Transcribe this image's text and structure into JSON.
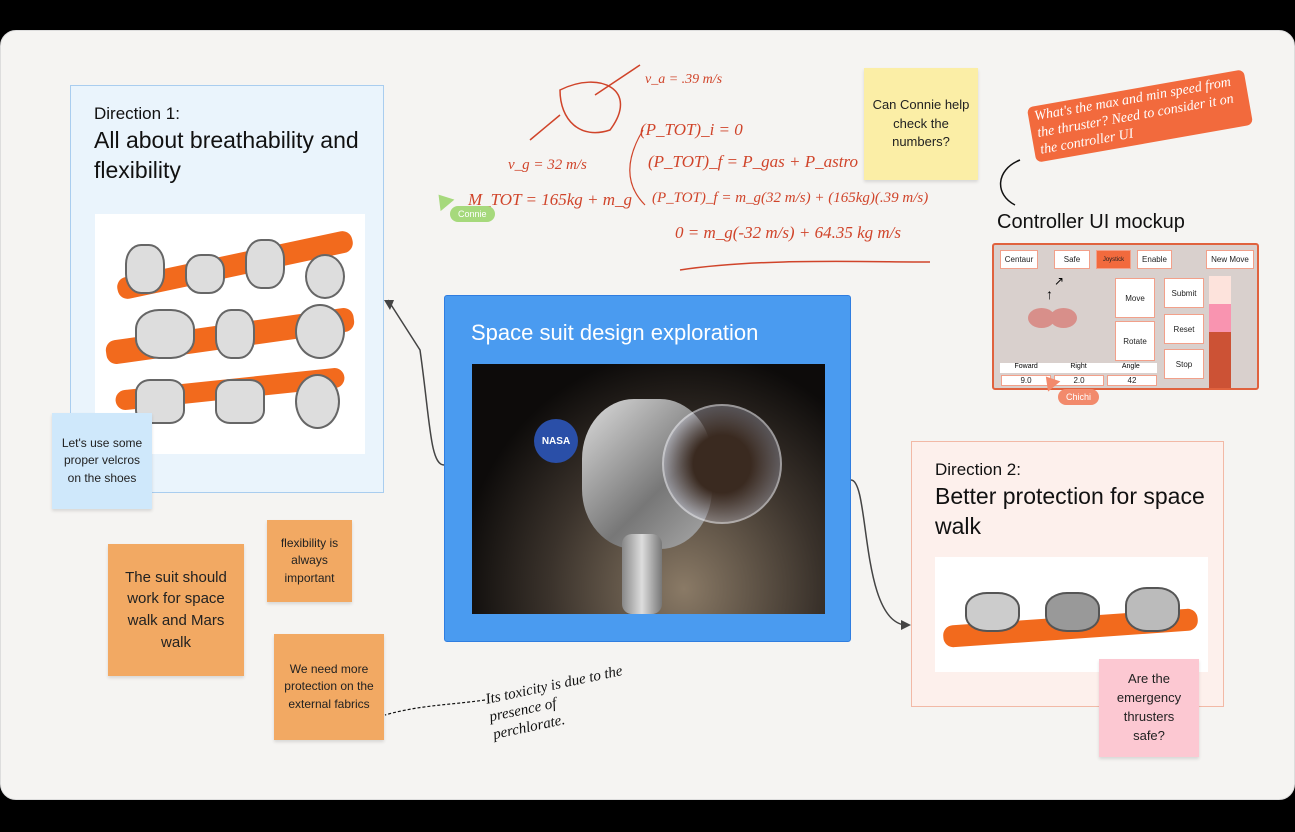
{
  "direction1": {
    "label": "Direction 1:",
    "title": "All about breathability and flexibility"
  },
  "direction2": {
    "label": "Direction 2:",
    "title": "Better protection for space walk"
  },
  "center": {
    "title": "Space suit design exploration",
    "badge": "NASA"
  },
  "stickies": {
    "velcro": "Let's use some proper velcros on the shoes",
    "suit": "The suit should work for space walk and Mars walk",
    "flex": "flexibility is always important",
    "protection": "We need more protection on the external fabrics",
    "connie": "Can Connie help check the numbers?",
    "thrusters": "Are the emergency thrusters safe?"
  },
  "annotations": {
    "speed": "What's the max and min speed from the thruster? Need to consider it on the controller UI",
    "toxicity": "Its toxicity is due to the presence of perchlorate."
  },
  "equations": [
    "v_a = .39 m/s",
    "v_g = 32 m/s",
    "M_TOT = 165kg + m_g",
    "(P_TOT)_i = 0",
    "(P_TOT)_f = P_gas + P_astro",
    "(P_TOT)_f = m_g(32 m/s) + (165kg)(.39 m/s)",
    "0 = m_g(-32 m/s) + 64.35 kg m/s"
  ],
  "cursors": {
    "connie": "Connie",
    "chichi": "Chichi"
  },
  "controller": {
    "title": "Controller UI mockup",
    "top_buttons": [
      "Centaur",
      "Safe",
      "Joystick",
      "Enable",
      "New Move"
    ],
    "mid_buttons": [
      "Move",
      "Rotate"
    ],
    "side_buttons": [
      "Submit",
      "Reset",
      "Stop"
    ],
    "readouts": {
      "headers": [
        "Foward",
        "Right",
        "Angle"
      ],
      "values": [
        "9.0",
        "2.0",
        "42"
      ]
    }
  },
  "colors": {
    "accent": "#f26a3d",
    "blue": "#4a9bf0",
    "ink": "#d0442a"
  }
}
